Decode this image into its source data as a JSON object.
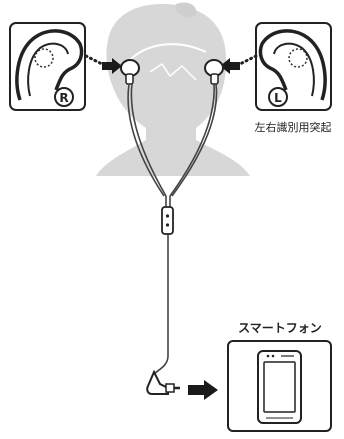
{
  "labels": {
    "left_right_bump": "左右識別用突起",
    "smartphone": "スマートフォン",
    "right_marker": "R",
    "left_marker": "L"
  },
  "colors": {
    "head_fill": "#d7d7d7",
    "panel_stroke": "#222222",
    "cable": "#444444",
    "arrow": "#1a1a1a"
  }
}
